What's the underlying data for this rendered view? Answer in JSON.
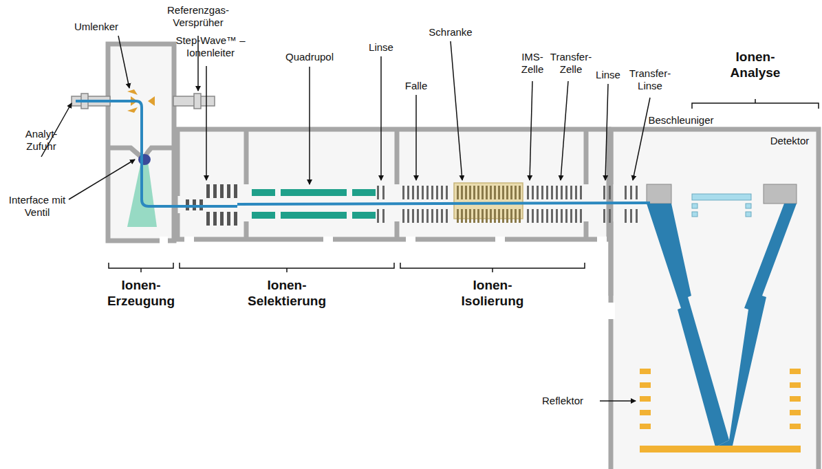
{
  "diagram": {
    "labels": [
      "Referenzgas- Versprüher",
      "Umlenker",
      "Step-Wave™ – Ionenleiter",
      "Quadrupol",
      "Linse",
      "Schranke",
      "Falle",
      "IMS- Zelle",
      "Transfer- Zelle",
      "Linse",
      "Transfer- Linse",
      "Ionen- Analyse",
      "Analyt- Zufuhr",
      "Interface mit Ventil",
      "Beschleuniger",
      "Detektor",
      "Ionen- Erzeugung",
      "Ionen- Selektierung",
      "Ionen- Isolierung",
      "Reflektor"
    ]
  }
}
